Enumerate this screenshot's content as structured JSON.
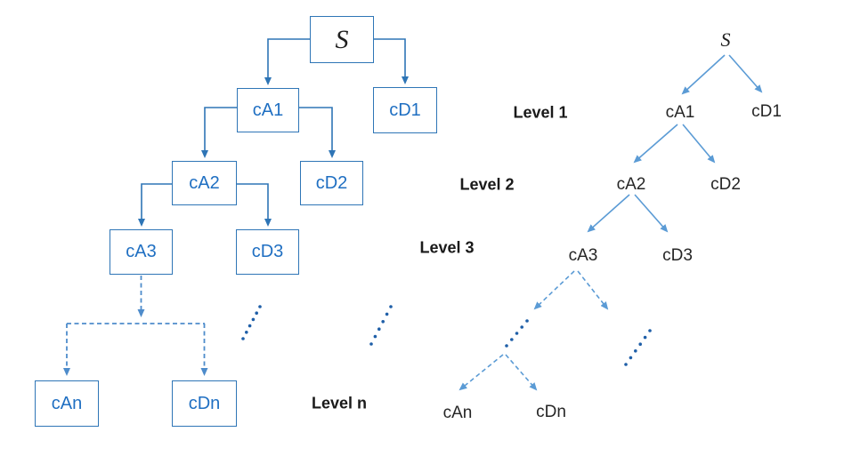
{
  "left_tree": {
    "nodes": [
      {
        "label": "S"
      },
      {
        "label": "cA1"
      },
      {
        "label": "cD1"
      },
      {
        "label": "cA2"
      },
      {
        "label": "cD2"
      },
      {
        "label": "cA3"
      },
      {
        "label": "cD3"
      },
      {
        "label": "cAn"
      },
      {
        "label": "cDn"
      }
    ]
  },
  "levels": [
    {
      "label": "Level 1"
    },
    {
      "label": "Level 2"
    },
    {
      "label": "Level 3"
    },
    {
      "label": "Level n"
    }
  ],
  "right_tree": {
    "nodes": [
      {
        "label": "S"
      },
      {
        "label": "cA1"
      },
      {
        "label": "cD1"
      },
      {
        "label": "cA2"
      },
      {
        "label": "cD2"
      },
      {
        "label": "cA3"
      },
      {
        "label": "cD3"
      },
      {
        "label": "cAn"
      },
      {
        "label": "cDn"
      }
    ]
  },
  "colors": {
    "box_border": "#2E75B6",
    "box_label_text": "#1F6FC2",
    "solid_connector": "#2E75B6",
    "dashed_connector": "#4E8CCB",
    "right_tree_arrow": "#5B9BD5",
    "ellipsis_dot": "#1F5FA8",
    "plain_text": "#262626"
  }
}
